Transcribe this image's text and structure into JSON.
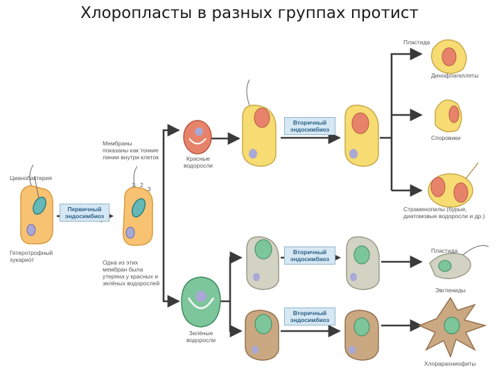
{
  "title": "Хлоропласты в разных группах протист",
  "labels": {
    "cyanobacterium": "Цианобактерия",
    "heterotroph": "Гетеротрофный эукариот",
    "membranes_note": "Мембраны показаны как тонкие линии внутри клеток",
    "membrane_numbers": [
      "1",
      "2",
      "3"
    ],
    "lost_membrane_note": "Одна из этих мембран была утеряна у красных и зелёных водорослей",
    "red_algae": "Красные водоросли",
    "green_algae": "Зелёные водоросли",
    "plastid_top": "Пластида",
    "dinoflagellates": "Динофлагелляты",
    "sporozoa": "Споровики",
    "stramenopiles": "Страменопилы (бурые, диатомовые водоросли и др.)",
    "plastid_euglena": "Пластида",
    "euglenids": "Эвглениды",
    "chlorarachniophytes": "Хлорарахниофиты"
  },
  "process_boxes": {
    "primary": "Первичный эндосимбиоз",
    "secondary_red": "Вторичный эндосимбиоз",
    "secondary_green_1": "Вторичный эндосимбиоз",
    "secondary_green_2": "Вторичный эндосимбиоз"
  },
  "colors": {
    "arrow": "#3a3a3a",
    "heterotroph_cell": "#f7c272",
    "yellow_cell": "#f6dc72",
    "red_alga": "#e8836b",
    "green_alga": "#7dc59b",
    "grey_cell": "#d3d3c4",
    "brown_cell": "#c9a882",
    "cyanobacterium": "#64b9b8",
    "nucleus": "#a9a8d6"
  }
}
